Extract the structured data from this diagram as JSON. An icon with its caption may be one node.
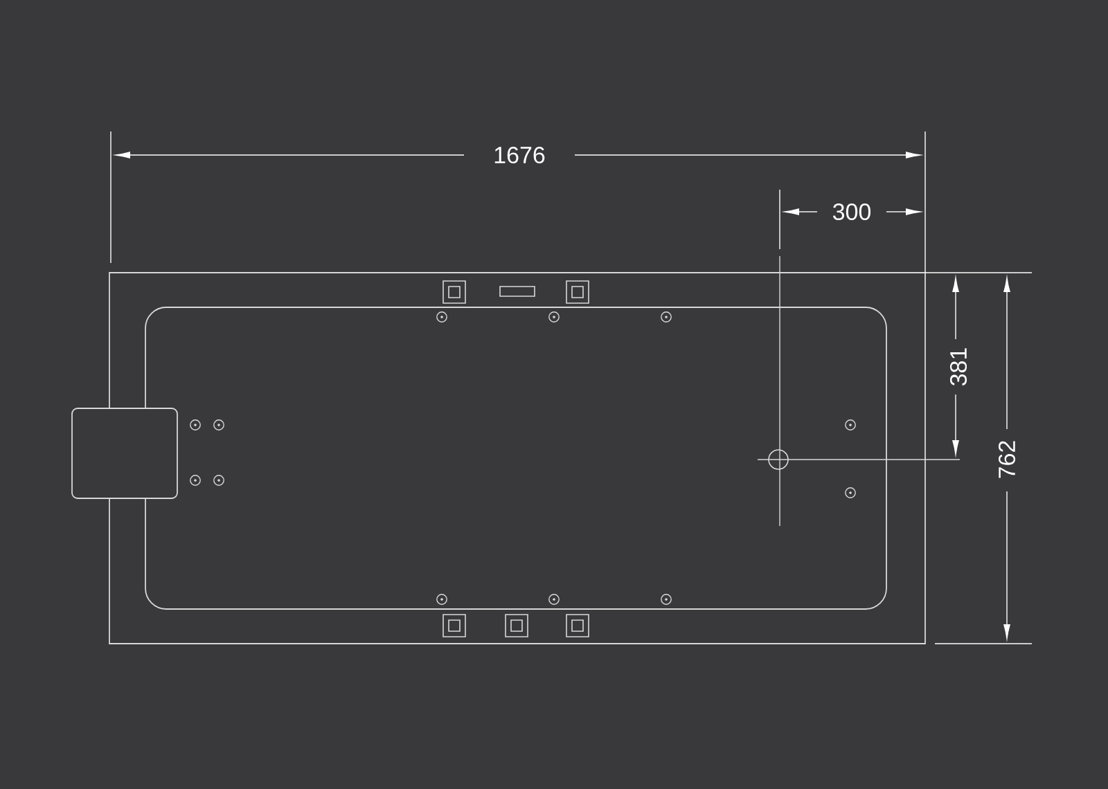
{
  "diagram": {
    "labels": [
      "1676",
      "300",
      "381",
      "762"
    ]
  }
}
